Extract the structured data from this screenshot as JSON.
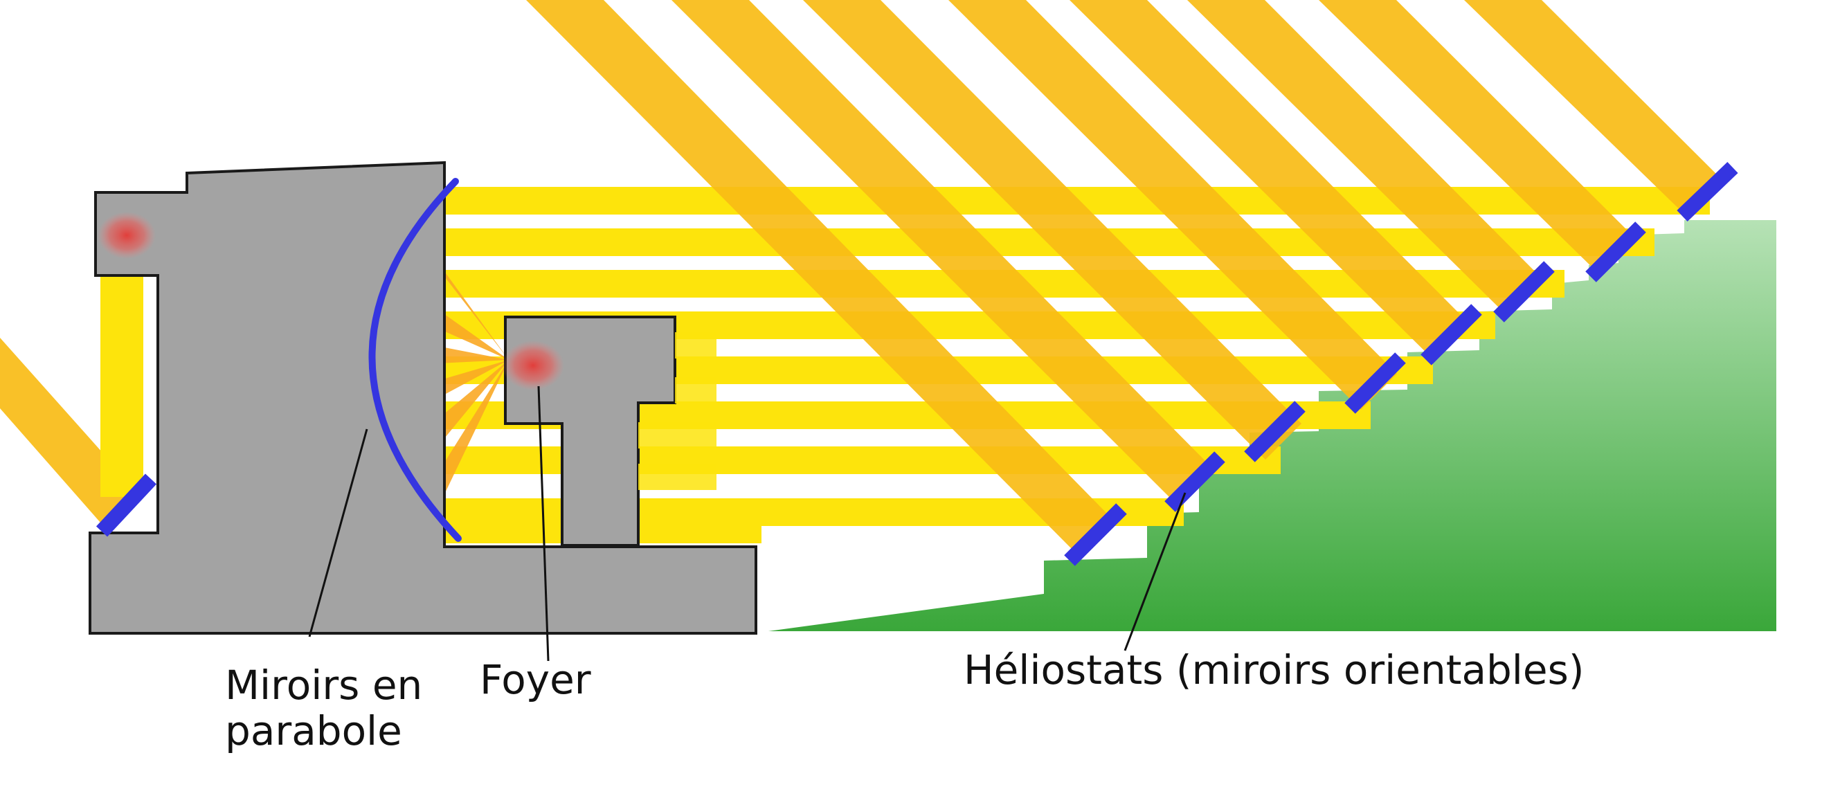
{
  "labels": {
    "parabola_mirrors": [
      "Miroirs en",
      "parabole"
    ],
    "focus": "Foyer",
    "heliostats": "Héliostats (miroirs orientables)"
  },
  "colors": {
    "background": "#ffffff",
    "building": "#a3a3a3",
    "outline": "#1a1a1a",
    "beam_incoming": "#f8bc16",
    "beam_reflected": "#fde40c",
    "beam_focused": "#f9a825",
    "mirror": "#3535e0",
    "hotspot": "#e53935",
    "ground_light": "#b6e2b5",
    "ground_dark": "#3aa73a",
    "leader_line": "#111111"
  },
  "icons": [
    "heliostat-mirror",
    "parabolic-mirror",
    "focus-hotspot"
  ]
}
